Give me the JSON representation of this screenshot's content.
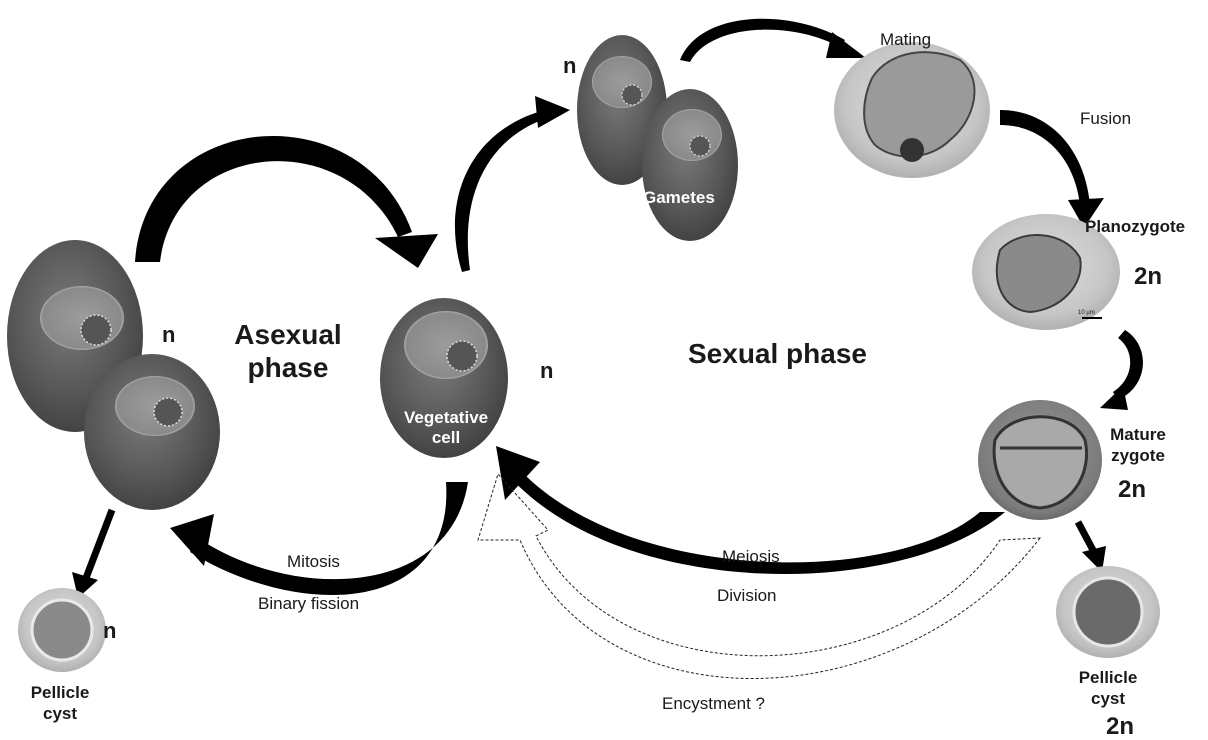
{
  "phases": {
    "asexual": "Asexual\nphase",
    "sexual": "Sexual phase"
  },
  "stages": {
    "gametes": "Gametes",
    "vegetative_cell": "Vegetative\ncell",
    "mating": "Mating",
    "planozygote": "Planozygote",
    "mature_zygote": "Mature\nzygote",
    "pellicle_cyst_left": "Pellicle\ncyst",
    "pellicle_cyst_right": "Pellicle\ncyst"
  },
  "processes": {
    "fusion": "Fusion",
    "mitosis": "Mitosis",
    "binary_fission": "Binary fission",
    "meiosis": "Meiosis",
    "division": "Division",
    "encystment": "Encystment ?"
  },
  "ploidy": {
    "gametes": "n",
    "asexual_cells": "n",
    "vegetative": "n",
    "left_cyst": "n",
    "planozygote": "2n",
    "mature_zygote": "2n",
    "right_cyst": "2n"
  },
  "scale_bar": "10 µm",
  "colors": {
    "arrow": "#000000",
    "cell_dark": "#4a4a4a",
    "cell_mid": "#6e6e6e",
    "photo_light": "#c9c9c9"
  }
}
